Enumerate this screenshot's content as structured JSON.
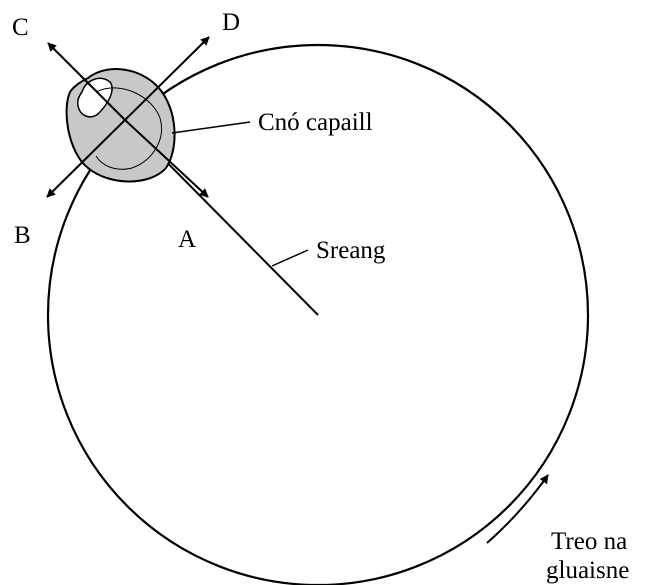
{
  "labels": {
    "a": "A",
    "b": "B",
    "c": "C",
    "d": "D",
    "conker": "Cnó capaill",
    "string": "Sreang",
    "motion_line1": "Treo na",
    "motion_line2": "gluaisne"
  },
  "colors": {
    "line": "#000000",
    "conker_fill": "#c8c8c8",
    "background": "#ffffff"
  }
}
